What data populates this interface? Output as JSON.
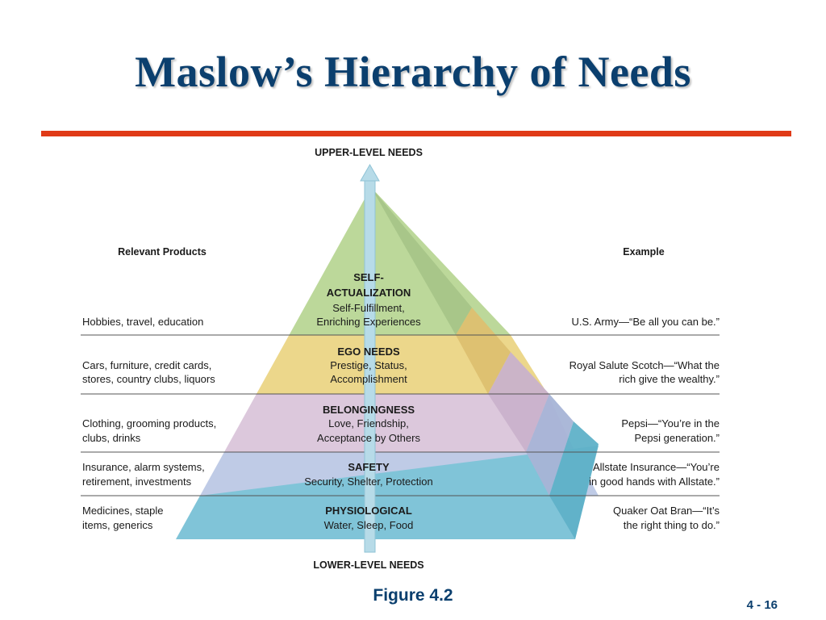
{
  "slide": {
    "title": "Maslow’s Hierarchy of Needs",
    "figure_caption": "Figure 4.2",
    "page_number": "4 - 16"
  },
  "diagram": {
    "top_label": "UPPER-LEVEL NEEDS",
    "bottom_label": "LOWER-LEVEL NEEDS",
    "left_header": "Relevant Products",
    "right_header": "Example",
    "levels": [
      {
        "title": [
          "SELF-",
          "ACTUALIZATION"
        ],
        "desc": [
          "Self-Fulfillment,",
          "Enriching Experiences"
        ],
        "products": [
          "Hobbies, travel, education"
        ],
        "example": [
          "U.S. Army—“Be all you can be.”"
        ],
        "color": "#bcd89a"
      },
      {
        "title": [
          "EGO NEEDS"
        ],
        "desc": [
          "Prestige, Status,",
          "Accomplishment"
        ],
        "products": [
          "Cars, furniture, credit cards,",
          "stores, country clubs, liquors"
        ],
        "example": [
          "Royal Salute Scotch—“What the",
          "rich give the wealthy.”"
        ],
        "color": "#ecd78b"
      },
      {
        "title": [
          "BELONGINGNESS"
        ],
        "desc": [
          "Love, Friendship,",
          "Acceptance by Others"
        ],
        "products": [
          "Clothing, grooming products,",
          "clubs, drinks"
        ],
        "example": [
          "Pepsi—“You’re in the",
          "Pepsi generation.”"
        ],
        "color": "#dcc8dc"
      },
      {
        "title": [
          "SAFETY"
        ],
        "desc": [
          "Security, Shelter, Protection"
        ],
        "products": [
          "Insurance, alarm systems,",
          "retirement, investments"
        ],
        "example": [
          "Allstate Insurance—“You’re",
          "in good hands with Allstate.”"
        ],
        "color": "#bfcbe6"
      },
      {
        "title": [
          "PHYSIOLOGICAL"
        ],
        "desc": [
          "Water, Sleep, Food"
        ],
        "products": [
          "Medicines, staple",
          "items, generics"
        ],
        "example": [
          "Quaker Oat Bran—“It’s",
          "the right thing to do.”"
        ],
        "color": "#80c4d8"
      }
    ]
  },
  "colors": {
    "title": "#0b3f6e",
    "rule": "#e03a17",
    "arrow": "#b7dbe8",
    "divider": "#555555"
  }
}
